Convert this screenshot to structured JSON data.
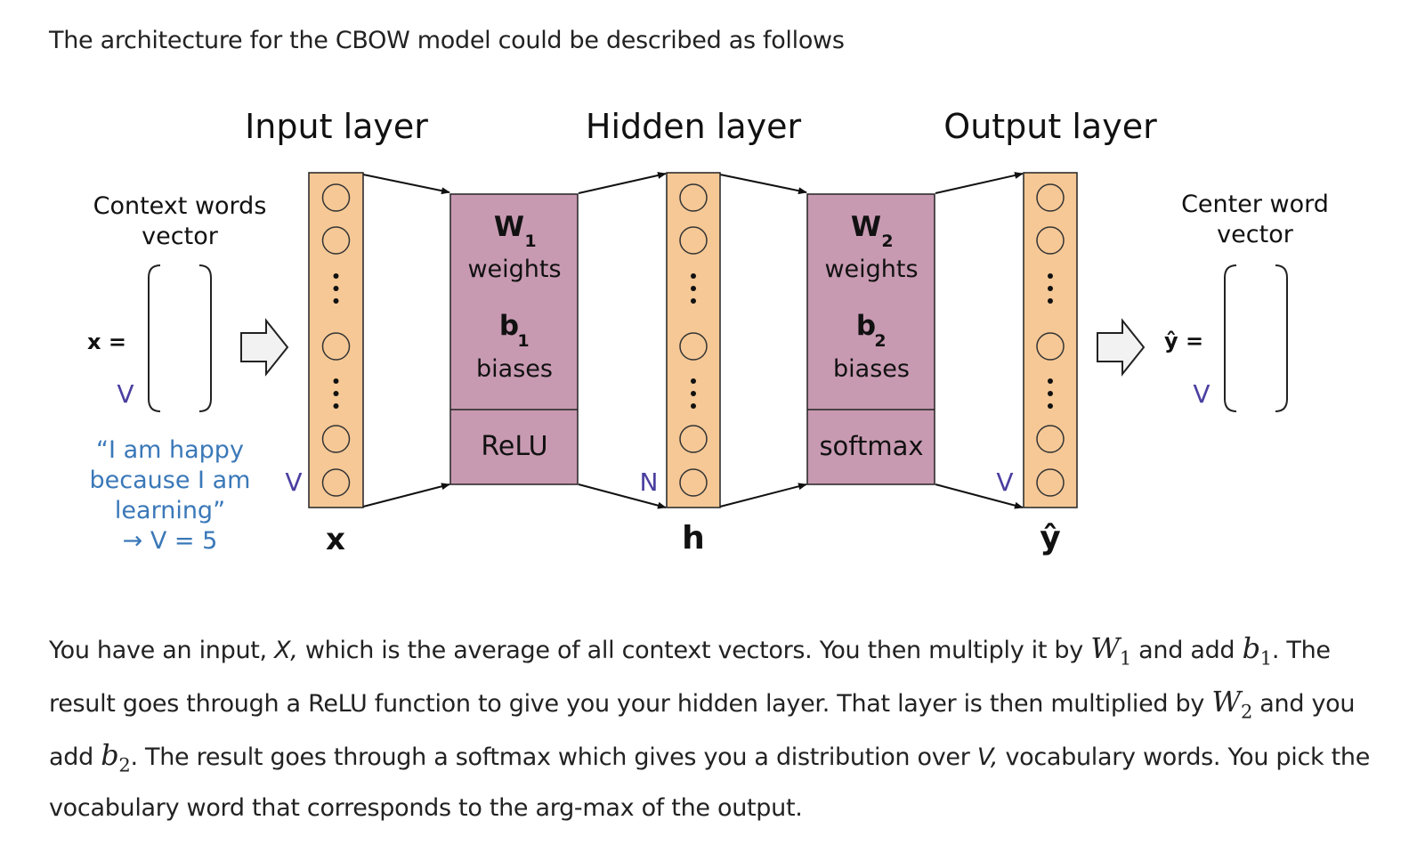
{
  "intro_text": "The architecture for the CBOW model could be described as follows",
  "diagram": {
    "input_layer_title": "Input layer",
    "hidden_layer_title": "Hidden layer",
    "output_layer_title": "Output layer",
    "context_label_line1": "Context words",
    "context_label_line2": "vector",
    "center_label_line1": "Center word",
    "center_label_line2": "vector",
    "x_eq": "x =",
    "yhat_eq": "ŷ =",
    "v_left": "V",
    "v_right": "V",
    "example_line1": "“I am happy",
    "example_line2": "because I am",
    "example_line3": "learning”",
    "example_line4": "→ V = 5",
    "dim_input": "V",
    "dim_hidden": "N",
    "dim_output": "V",
    "x_label": "x",
    "h_label": "h",
    "yhat_label": "ŷ",
    "w1": "W",
    "w1_sub": "1",
    "w1_text": "weights",
    "b1": "b",
    "b1_sub": "1",
    "b1_text": "biases",
    "relu": "ReLU",
    "w2": "W",
    "w2_sub": "2",
    "w2_text": "weights",
    "b2": "b",
    "b2_sub": "2",
    "b2_text": "biases",
    "softmax": "softmax",
    "colors": {
      "layer_fill": "#f5c896",
      "block_fill": "#c89ab2",
      "blue_text": "#3a78b8",
      "purple_text": "#4a3fa0"
    }
  },
  "paragraph": {
    "p1": "You have an input, ",
    "X": "X,",
    "p2": " which is the average of all context vectors. You then multiply it by ",
    "W1": "W",
    "W1_sub": "1",
    "p3": " and add ",
    "b1": "b",
    "b1_sub": "1",
    "p4": ". The result goes through a ReLU function to give you your hidden layer. That layer is then multiplied by ",
    "W2": "W",
    "W2_sub": "2",
    "p5": " and you add ",
    "b2": "b",
    "b2_sub": "2",
    "p6": ". The result goes through a softmax which gives you a distribution over ",
    "V": "V,",
    "p7": " vocabulary words. You pick the vocabulary word that corresponds to the arg-max of the output."
  }
}
